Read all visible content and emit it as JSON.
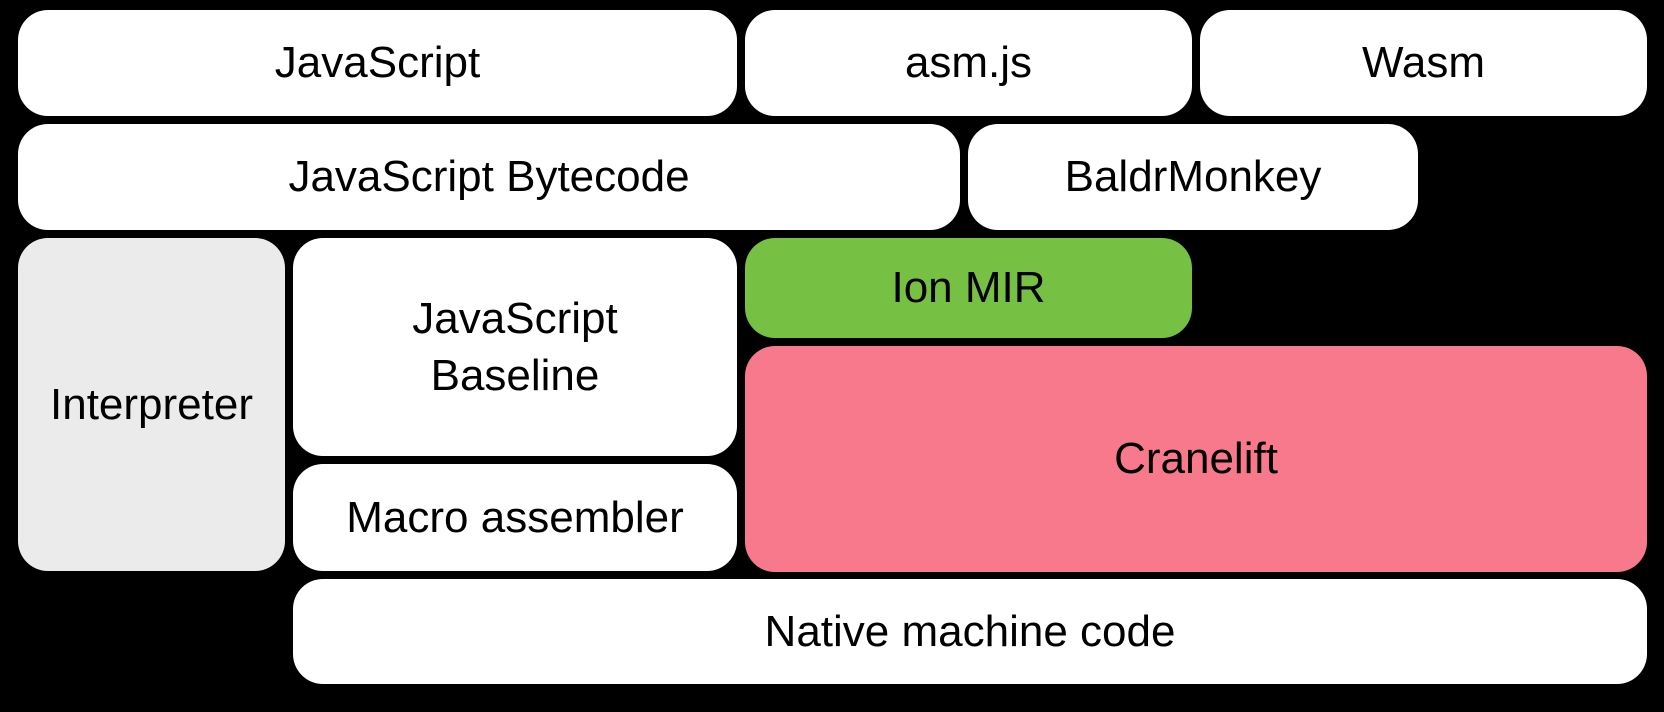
{
  "diagram": {
    "background_color": "#000000",
    "text_color": "#000000",
    "colors": {
      "default_box": "#ffffff",
      "interpreter_gray": "#ebebeb",
      "ion_mir_green": "#76c043",
      "cranelift_pink": "#f7798b"
    },
    "boxes": {
      "javascript": {
        "label": "JavaScript"
      },
      "asmjs": {
        "label": "asm.js"
      },
      "wasm": {
        "label": "Wasm"
      },
      "javascript_bytecode": {
        "label": "JavaScript Bytecode"
      },
      "baldrmonkey": {
        "label": "BaldrMonkey"
      },
      "interpreter": {
        "label": "Interpreter"
      },
      "javascript_baseline": {
        "label": "JavaScript\nBaseline"
      },
      "ion_mir": {
        "label": "Ion MIR"
      },
      "cranelift": {
        "label": "Cranelift"
      },
      "macro_assembler": {
        "label": "Macro assembler"
      },
      "native_machine_code": {
        "label": "Native machine code"
      }
    }
  }
}
